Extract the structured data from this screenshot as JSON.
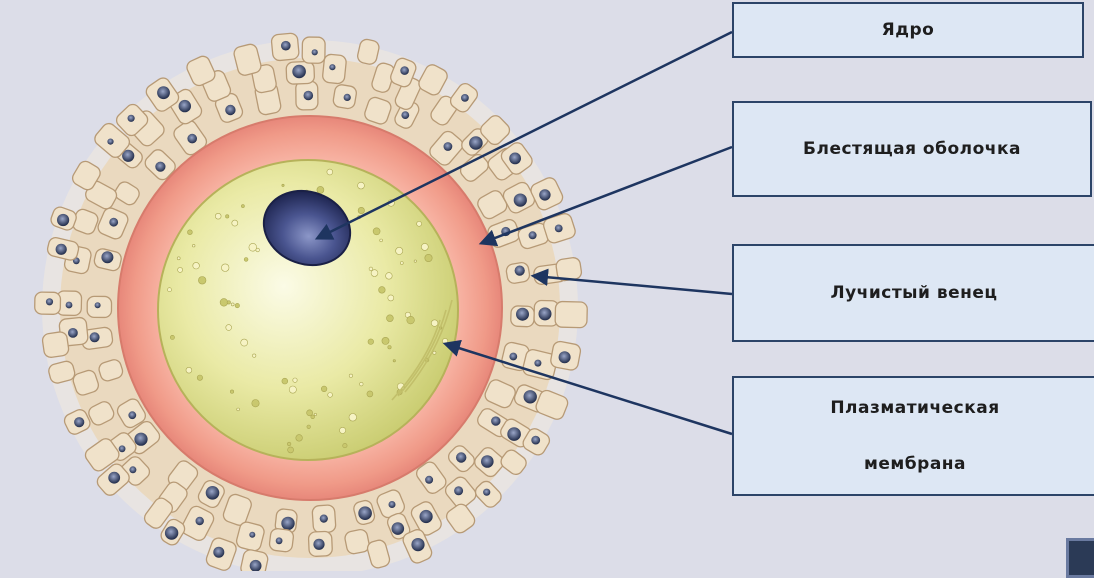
{
  "labels": {
    "nucleus": "Ядро",
    "zona": "Блестящая оболочка",
    "corona": "Лучистый венец",
    "membrane_line1": "Плазматическая",
    "membrane_line2": "мембрана"
  },
  "colors": {
    "background": "#dcdde8",
    "box_fill": "#dde7f4",
    "box_border": "#2c4468",
    "arrow": "#1e3560",
    "zona": "#f2a595",
    "cytoplasm": "#e2e49a",
    "nucleus": "#3a4478",
    "corona_cell": "#ecdcc4"
  }
}
